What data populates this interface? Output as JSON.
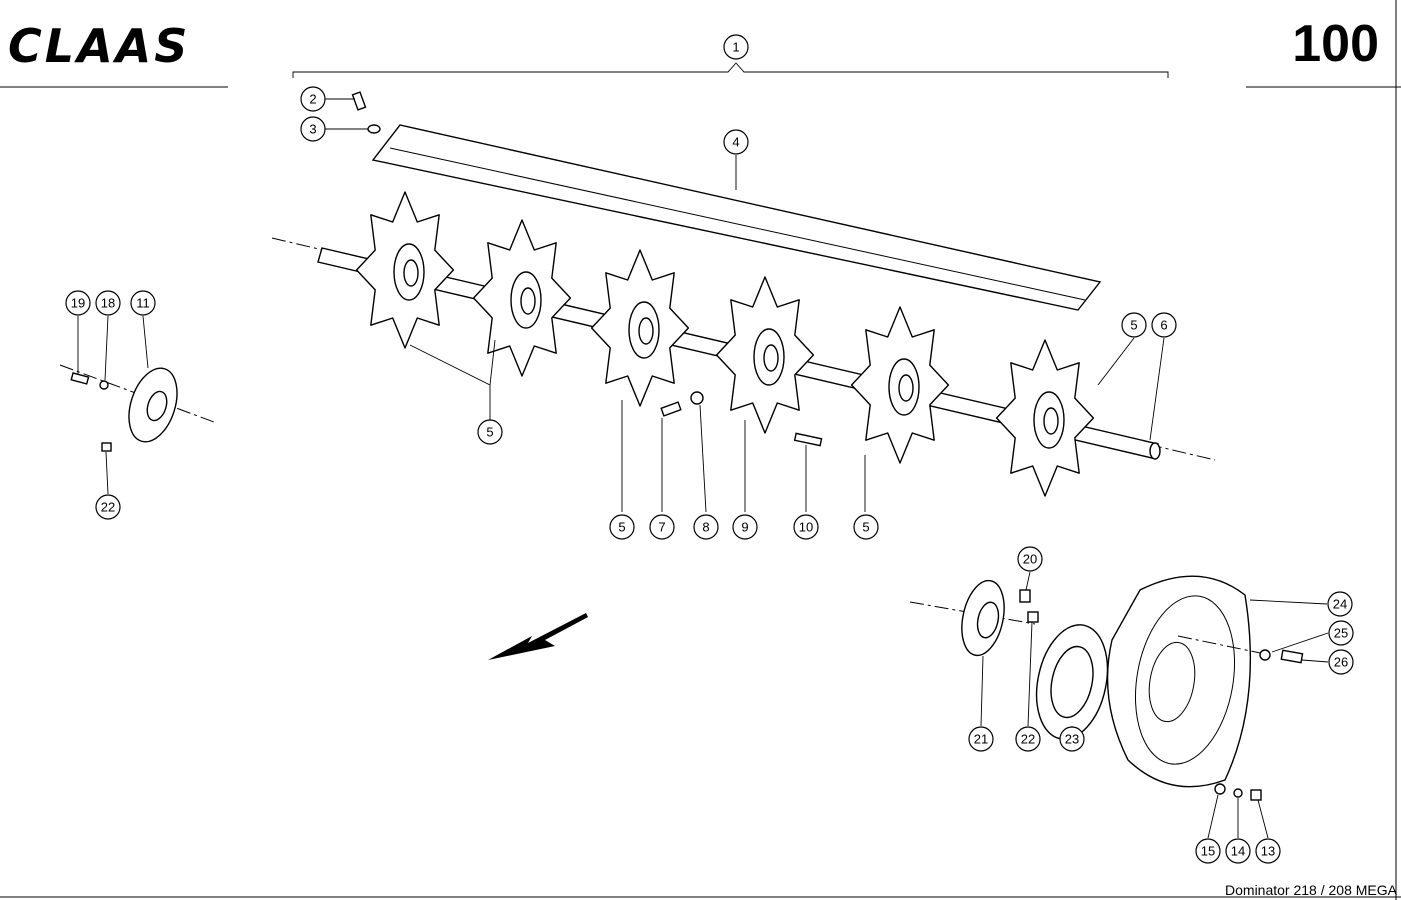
{
  "header": {
    "brand": "CLAAS",
    "page_number": "100"
  },
  "footer": {
    "model": "Dominator 218 / 208 MEGA"
  },
  "callouts": [
    {
      "id": "c1",
      "label": "1"
    },
    {
      "id": "c2",
      "label": "2"
    },
    {
      "id": "c3",
      "label": "3"
    },
    {
      "id": "c4",
      "label": "4"
    },
    {
      "id": "c5a",
      "label": "5"
    },
    {
      "id": "c5b",
      "label": "5"
    },
    {
      "id": "c5c",
      "label": "5"
    },
    {
      "id": "c5d",
      "label": "5"
    },
    {
      "id": "c6",
      "label": "6"
    },
    {
      "id": "c7",
      "label": "7"
    },
    {
      "id": "c8",
      "label": "8"
    },
    {
      "id": "c9",
      "label": "9"
    },
    {
      "id": "c10",
      "label": "10"
    },
    {
      "id": "c5e",
      "label": "5"
    },
    {
      "id": "c19",
      "label": "19"
    },
    {
      "id": "c18",
      "label": "18"
    },
    {
      "id": "c11",
      "label": "11"
    },
    {
      "id": "c22a",
      "label": "22"
    },
    {
      "id": "c20",
      "label": "20"
    },
    {
      "id": "c21",
      "label": "21"
    },
    {
      "id": "c22b",
      "label": "22"
    },
    {
      "id": "c23",
      "label": "23"
    },
    {
      "id": "c24",
      "label": "24"
    },
    {
      "id": "c25",
      "label": "25"
    },
    {
      "id": "c26",
      "label": "26"
    },
    {
      "id": "c15",
      "label": "15"
    },
    {
      "id": "c14",
      "label": "14"
    },
    {
      "id": "c13",
      "label": "13"
    }
  ]
}
